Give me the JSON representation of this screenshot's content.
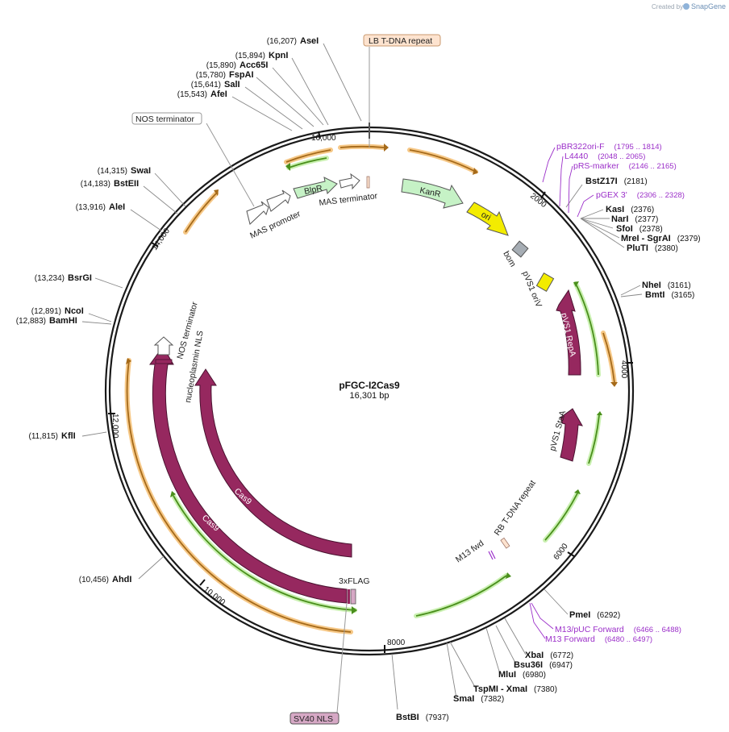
{
  "credit": {
    "prefix": "Created by",
    "brand": "SnapGene"
  },
  "plasmid": {
    "name": "pFGC-I2Cas9",
    "size_label": "16,301 bp"
  },
  "ticks": [
    "2000",
    "4000",
    "6000",
    "8000",
    "10,000",
    "12,000",
    "14,000",
    "16,000"
  ],
  "enzymes": [
    {
      "name": "AseI",
      "pos": "(16,207)"
    },
    {
      "name": "KpnI",
      "pos": "(15,894)"
    },
    {
      "name": "Acc65I",
      "pos": "(15,890)"
    },
    {
      "name": "FspAI",
      "pos": "(15,780)"
    },
    {
      "name": "SalI",
      "pos": "(15,641)"
    },
    {
      "name": "AfeI",
      "pos": "(15,543)"
    },
    {
      "name": "SwaI",
      "pos": "(14,315)"
    },
    {
      "name": "BstEII",
      "pos": "(14,183)"
    },
    {
      "name": "AleI",
      "pos": "(13,916)"
    },
    {
      "name": "BsrGI",
      "pos": "(13,234)"
    },
    {
      "name": "NcoI",
      "pos": "(12,891)"
    },
    {
      "name": "BamHI",
      "pos": "(12,883)"
    },
    {
      "name": "KflI",
      "pos": "(11,815)"
    },
    {
      "name": "AhdI",
      "pos": "(10,456)"
    },
    {
      "name": "BstZ17I",
      "pos": "(2181)"
    },
    {
      "name": "KasI",
      "pos": "(2376)"
    },
    {
      "name": "NarI",
      "pos": "(2377)"
    },
    {
      "name": "SfoI",
      "pos": "(2378)"
    },
    {
      "name": "MreI - SgrAI",
      "pos": "(2379)"
    },
    {
      "name": "PluTI",
      "pos": "(2380)"
    },
    {
      "name": "NheI",
      "pos": "(3161)"
    },
    {
      "name": "BmtI",
      "pos": "(3165)"
    },
    {
      "name": "PmeI",
      "pos": "(6292)"
    },
    {
      "name": "XbaI",
      "pos": "(6772)"
    },
    {
      "name": "Bsu36I",
      "pos": "(6947)"
    },
    {
      "name": "MluI",
      "pos": "(6980)"
    },
    {
      "name": "TspMI - XmaI",
      "pos": "(7380)"
    },
    {
      "name": "SmaI",
      "pos": "(7382)"
    },
    {
      "name": "BstBI",
      "pos": "(7937)"
    }
  ],
  "primers": [
    {
      "name": "pBR322ori-F",
      "range": "(1795 .. 1814)"
    },
    {
      "name": "L4440",
      "range": "(2048 .. 2065)"
    },
    {
      "name": "pRS-marker",
      "range": "(2146 .. 2165)"
    },
    {
      "name": "pGEX 3'",
      "range": "(2306 .. 2328)"
    },
    {
      "name": "M13/pUC Forward",
      "range": "(6466 .. 6488)"
    },
    {
      "name": "M13 Forward",
      "range": "(6480 .. 6497)"
    }
  ],
  "features": {
    "lb": "LB T-DNA repeat",
    "nos_term_box": "NOS terminator",
    "sv40": "SV40 NLS",
    "blpr": "BlpR",
    "mas_promoter": "MAS promoter",
    "mas_terminator": "MAS terminator",
    "kanr": "KanR",
    "ori": "ori",
    "bom": "bom",
    "pvs1_oriv": "pVS1 oriV",
    "pvs1_repa": "pVS1 RepA",
    "pvs1_staa": "pVS1 StaA",
    "rb": "RB T-DNA repeat",
    "m13fwd": "M13 fwd",
    "flag": "3xFLAG",
    "nos_term_inner": "NOS terminator",
    "nls": "nucleoplasmin NLS",
    "cas9_a": "Cas9",
    "cas9_b": "Cas9"
  },
  "colors": {
    "backbone": "#1a1a1a",
    "cas9": "#96285f",
    "green_arrow": "#4a8f1c",
    "orange_arrow": "#a56a1a",
    "primer": "#9b2fc9",
    "ori": "#f3ec00",
    "kanr": "#c6f2c6",
    "bom": "#a6adb4",
    "sv40": "#d6a8c5",
    "lb": "#fde3cf"
  }
}
